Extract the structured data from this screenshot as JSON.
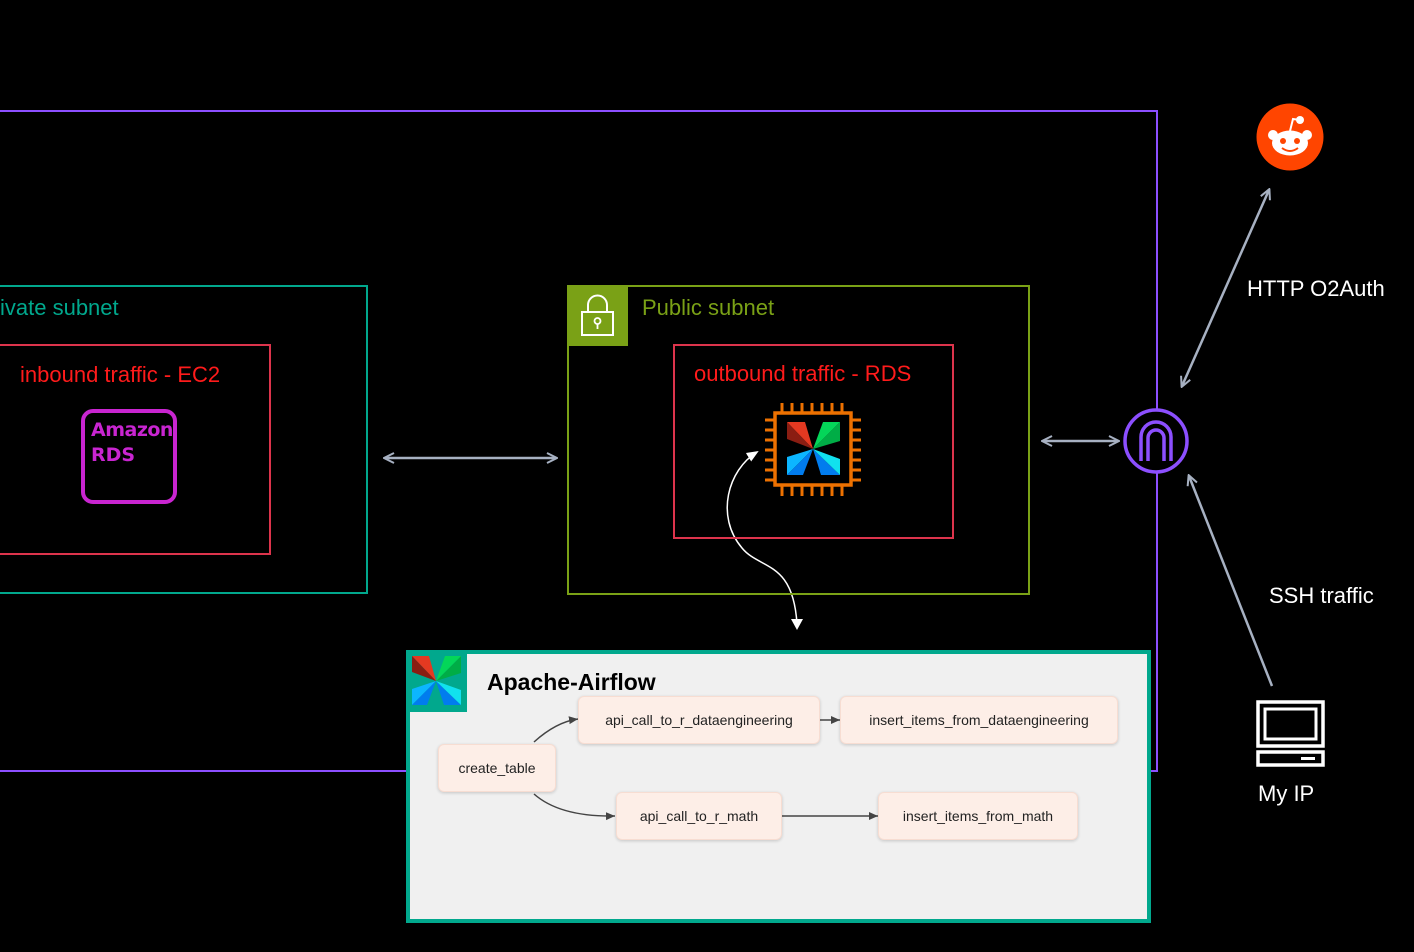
{
  "vpc": {
    "border_color": "#8c4fff"
  },
  "private_subnet": {
    "label": "ivate subnet",
    "color": "#01a88d",
    "inbound": {
      "label": "inbound traffic - EC2",
      "color": "#dd344c"
    },
    "rds_logo": {
      "line1": "Amazon",
      "line2": "RDS",
      "color": "#c925d1"
    }
  },
  "public_subnet": {
    "label": "Public subnet",
    "color": "#7aa116",
    "lock_icon": "lock-icon",
    "outbound": {
      "label": "outbound traffic - RDS",
      "color": "#dd344c"
    },
    "chip_icon": "ec2-instance-chip-icon"
  },
  "internet_gateway": {
    "icon": "internet-gateway-icon",
    "color": "#8c4fff"
  },
  "reddit": {
    "icon": "reddit-icon",
    "color": "#ff4500"
  },
  "links": {
    "http": "HTTP O2Auth",
    "ssh": "SSH traffic"
  },
  "client": {
    "label": "My IP",
    "icon": "desktop-computer-icon"
  },
  "airflow": {
    "title": "Apache-Airflow",
    "border_color": "#01a88d",
    "icon": "airflow-pinwheel-icon",
    "tasks": {
      "create_table": "create_table",
      "api_de": "api_call_to_r_dataengineering",
      "insert_de": "insert_items_from_dataengineering",
      "api_math": "api_call_to_r_math",
      "insert_math": "insert_items_from_math"
    }
  }
}
